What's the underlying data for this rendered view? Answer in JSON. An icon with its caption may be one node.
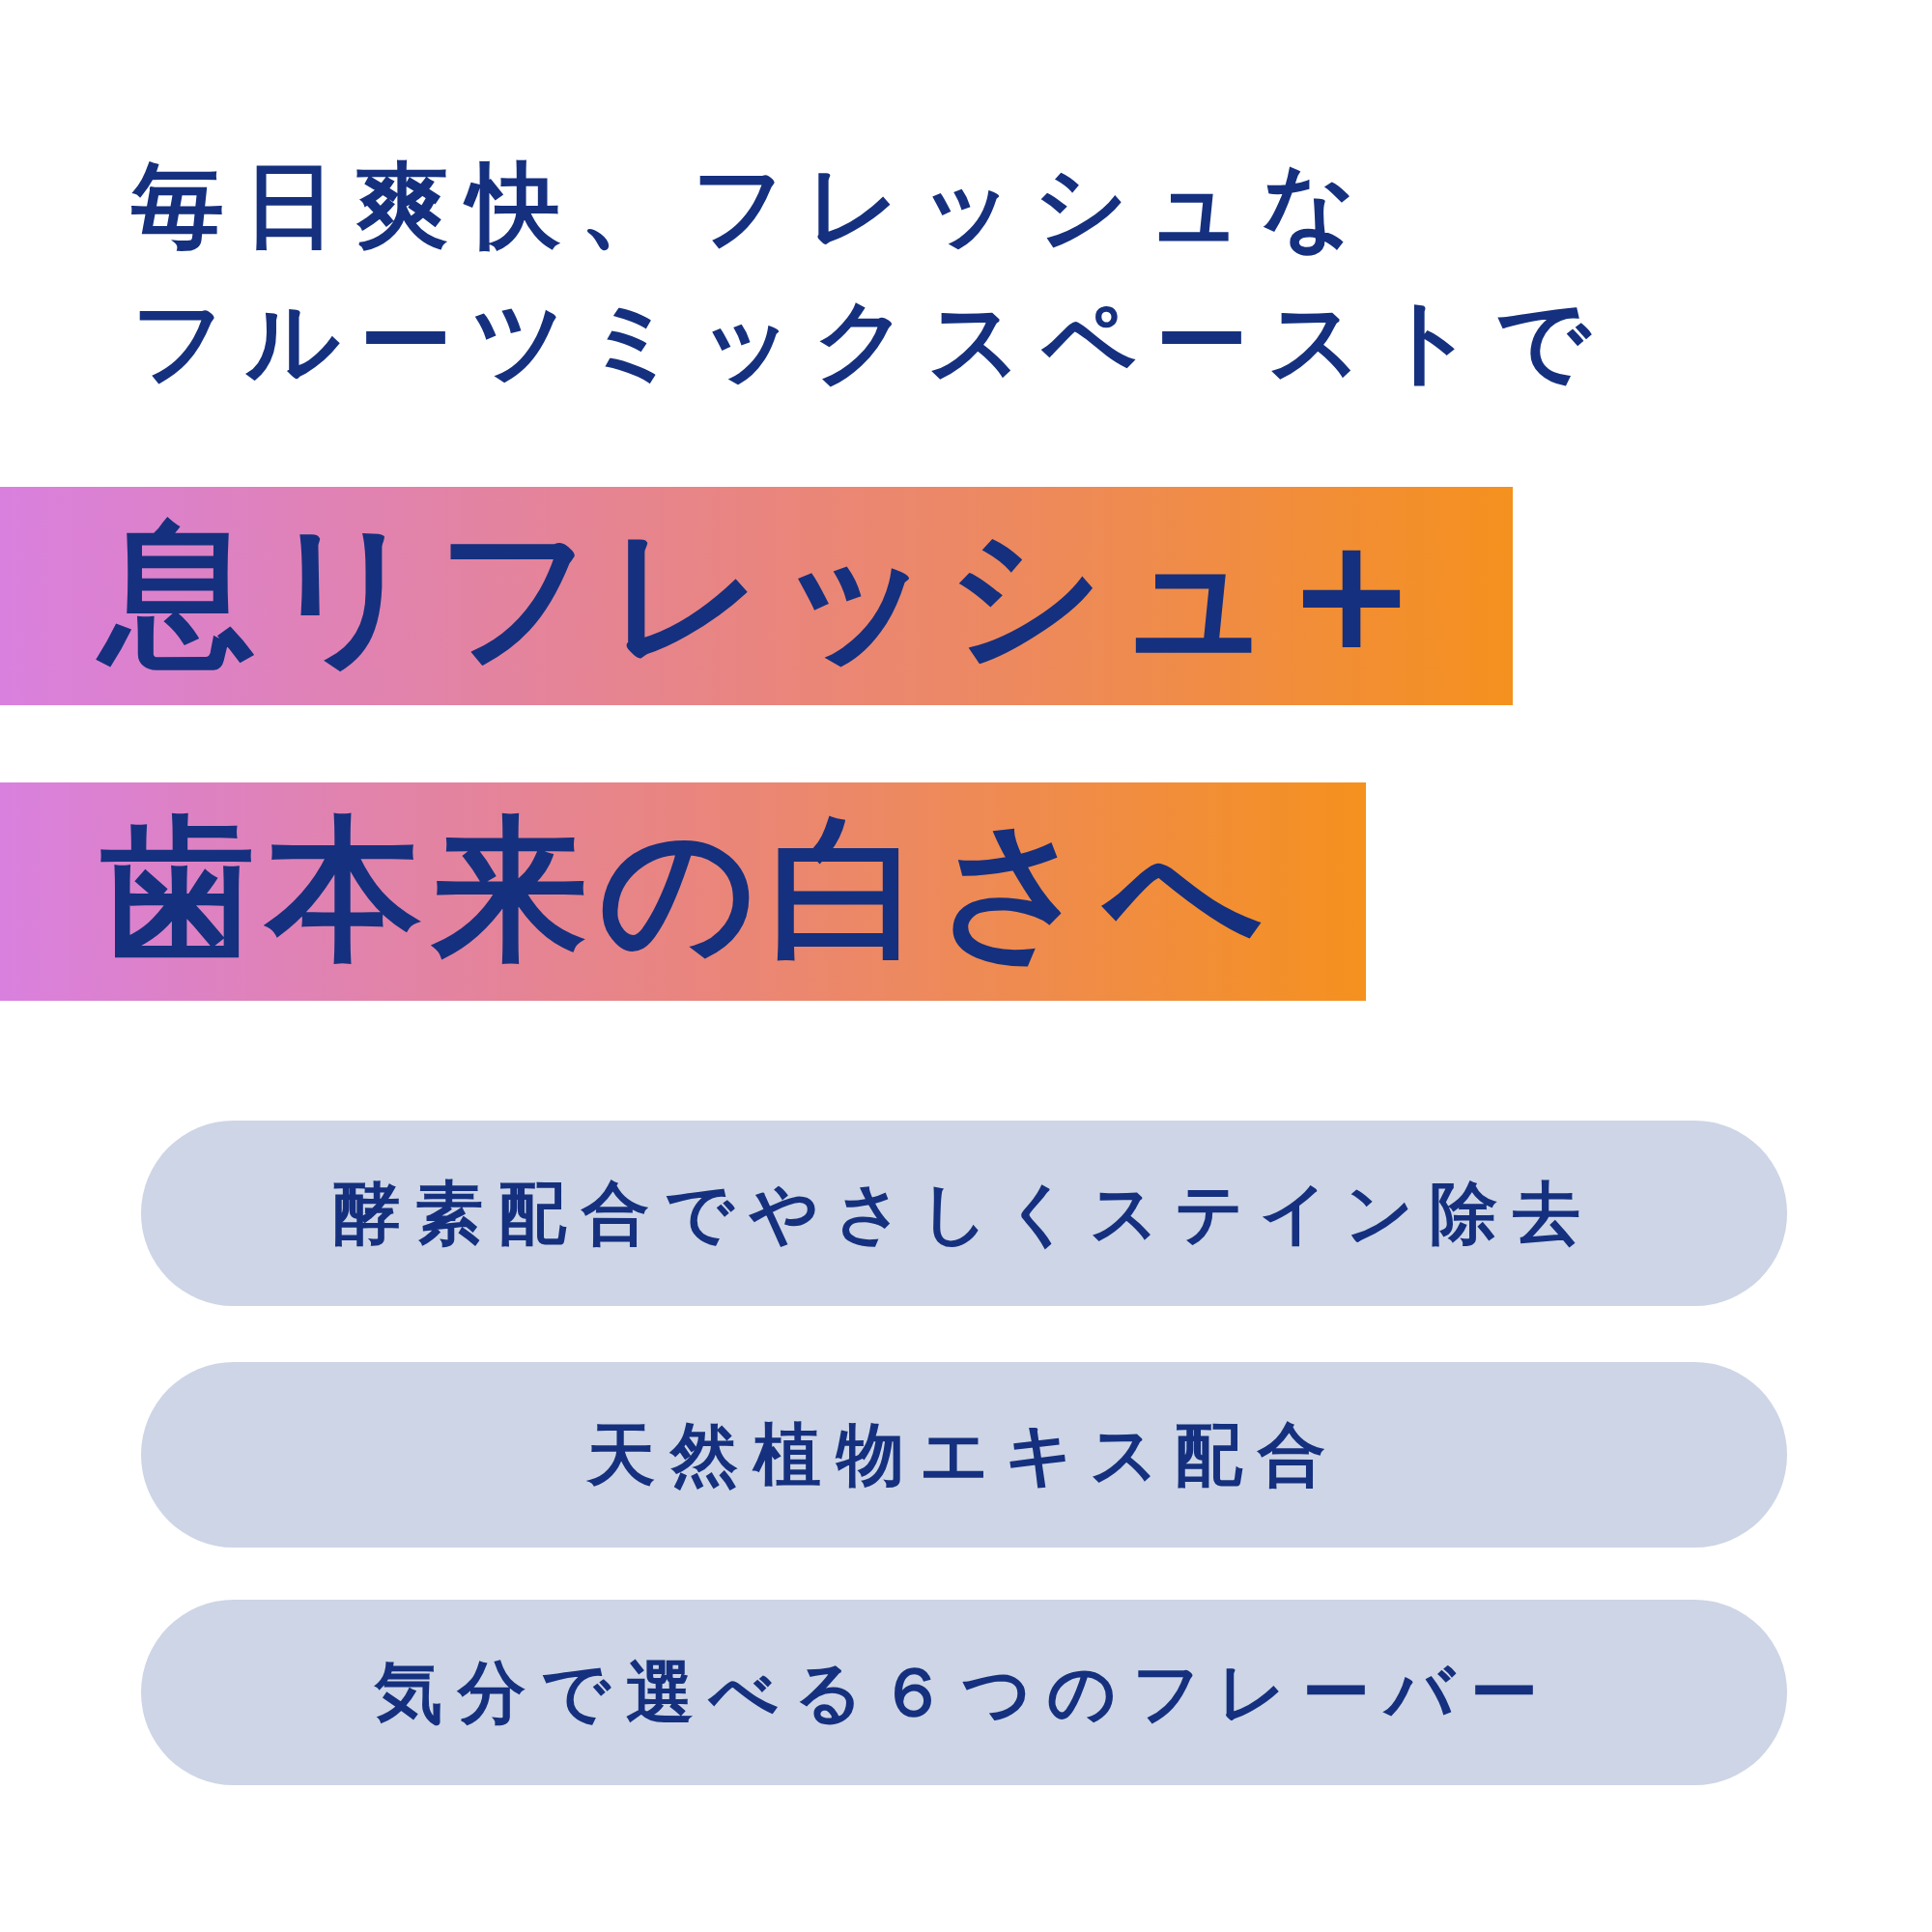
{
  "diagram": {
    "title": "毎日爽快、フレッシュなフルーツミックスペーストで",
    "nodes": [
      {
        "text": [
          "息リフレッシュ+"
        ]
      },
      {
        "text": [
          "歯本来の白さへ"
        ]
      },
      {
        "text": [
          "酵素配合でやさしくステイン除去"
        ]
      },
      {
        "text": [
          "天然植物エキス配合"
        ]
      },
      {
        "text": [
          "気分で選べる６つのフレーバー"
        ]
      }
    ]
  }
}
